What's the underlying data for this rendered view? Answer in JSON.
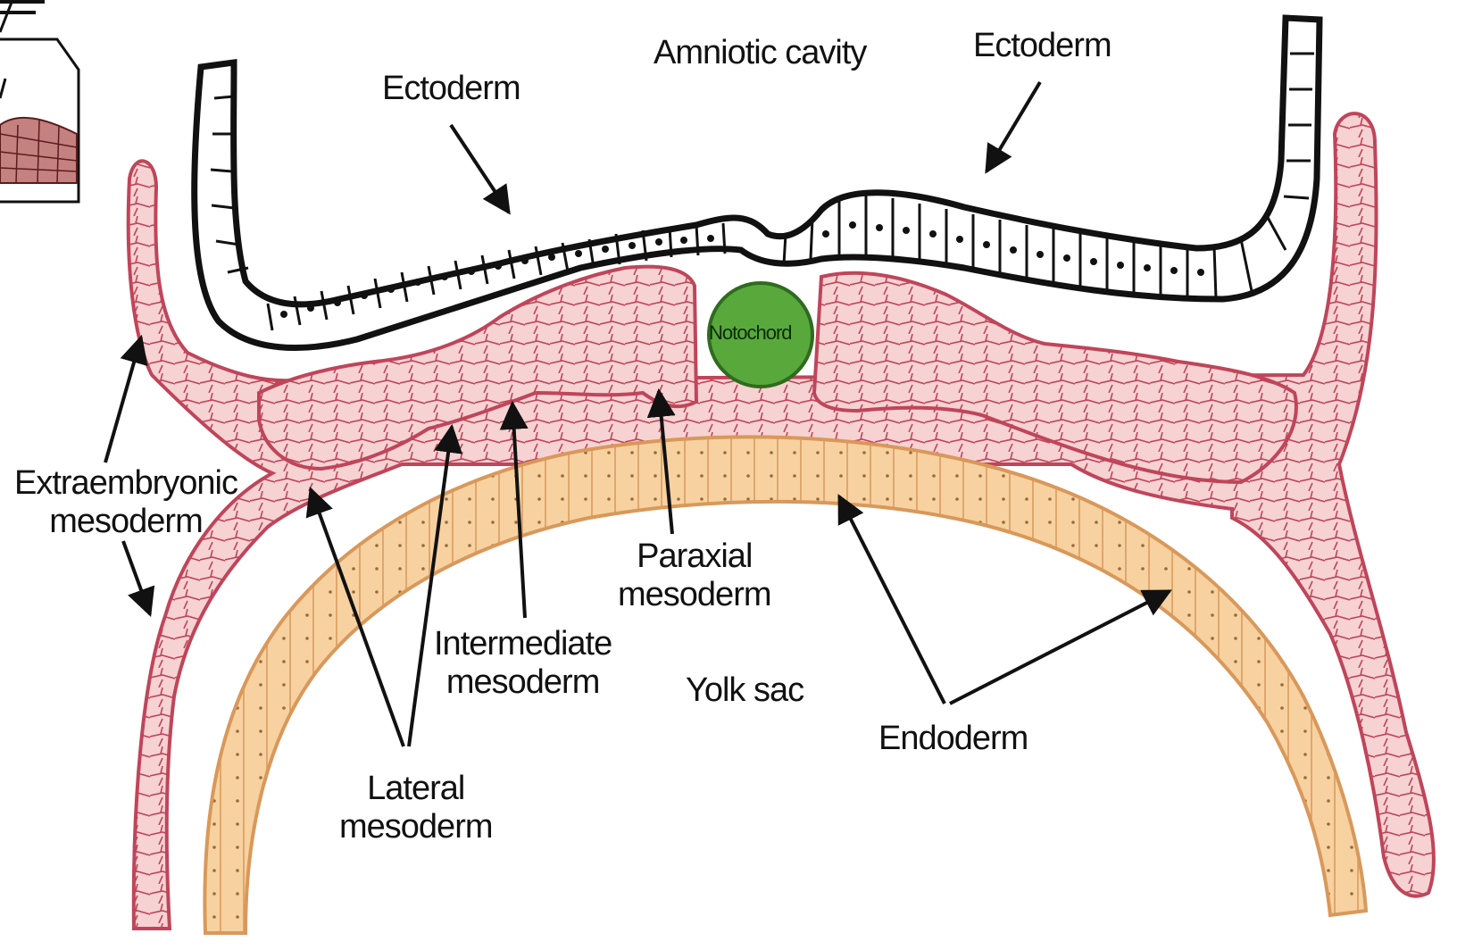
{
  "diagram": {
    "labels": {
      "amniotic_cavity": "Amniotic cavity",
      "ectoderm_left": "Ectoderm",
      "ectoderm_right": "Ectoderm",
      "notochord": "Notochord",
      "extraembryonic_mesoderm": [
        "Extraembryonic",
        "mesoderm"
      ],
      "paraxial_mesoderm": [
        "Paraxial",
        "mesoderm"
      ],
      "intermediate_mesoderm": [
        "Intermediate",
        "mesoderm"
      ],
      "lateral_mesoderm": [
        "Lateral",
        "mesoderm"
      ],
      "yolk_sac": "Yolk sac",
      "endoderm": "Endoderm"
    },
    "colors": {
      "ectoderm_stroke": "#111111",
      "mesoderm_fill": "#f3c8c8",
      "mesoderm_stroke": "#c0455a",
      "endoderm_fill": "#f7cf9a",
      "endoderm_stroke": "#d9985a",
      "notochord_fill": "#58a83c",
      "notochord_stroke": "#2f6b1f"
    }
  }
}
